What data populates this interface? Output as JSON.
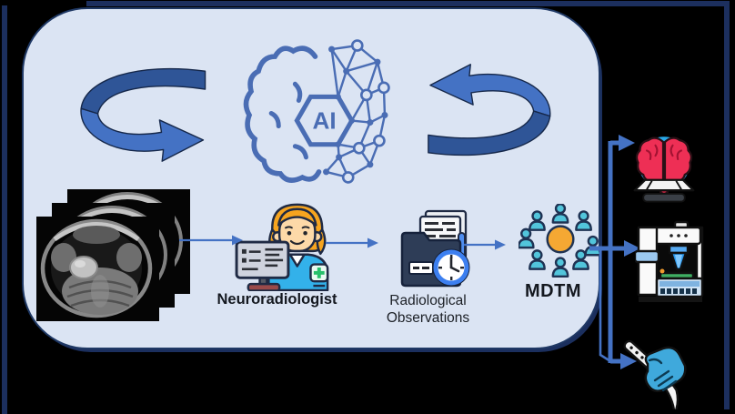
{
  "colors": {
    "background": "#000000",
    "frame": "#1c2f5e",
    "panel_fill": "#dbe4f3",
    "panel_border": "#1f3864",
    "ribbon_dark": "#2f5597",
    "ribbon_light": "#4472c4",
    "ai_stroke": "#4a6db4",
    "connector": "#4472c4",
    "mdtm_center": "#f5a833",
    "people_fill": "#52c5db",
    "brain_icon_red": "#ee2f55",
    "brain_icon_ring": "#28a8e8",
    "scrubs_blue": "#33b1ea",
    "glove_blue": "#3fa9dc"
  },
  "loop": {
    "ai_label": "AI"
  },
  "pipeline": {
    "neuroradiologist_label": "Neuroradiologist",
    "observations_label_line1": "Radiological",
    "observations_label_line2": "Observations",
    "mdtm_label": "MDTM"
  },
  "icons": {
    "left_cycle": "cycle-arrow-left",
    "right_cycle": "cycle-arrow-right",
    "ai_hub": "ai-brain-network",
    "mri": "mri-scan-stack",
    "neuroradiologist": "radiologist-at-workstation",
    "observations": "folder-documents-clock",
    "mdtm": "team-meeting",
    "outcome_top": "brain-scan-projection",
    "outcome_middle": "lab-analyzer-machine",
    "outcome_bottom": "hand-with-scalpel"
  }
}
